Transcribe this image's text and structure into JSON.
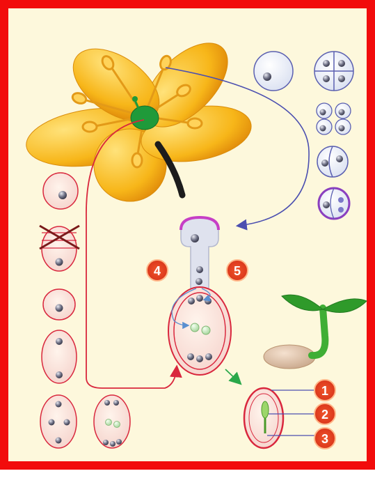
{
  "figure": {
    "frame_color": "#f20c0c",
    "background_color": "#fdf8dc"
  },
  "labels": {
    "stage_4": "4",
    "stage_5": "5",
    "part_1": "1",
    "part_2": "2",
    "part_3": "3"
  },
  "colors": {
    "badge": "#e8401c",
    "female_line": "#d9273d",
    "male_line": "#4b4fb0",
    "seed_arrow": "#2aa84a",
    "petal": "#f7b619",
    "pistil": "#1f9a3a",
    "seedling": "#3fae35"
  }
}
